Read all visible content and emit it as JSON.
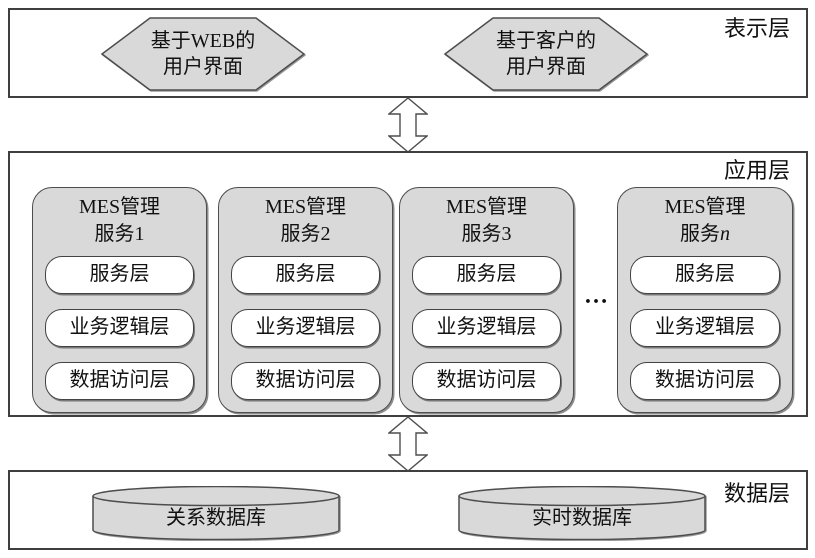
{
  "colors": {
    "shape_fill": "#d9d9d9",
    "box_border": "#3f3f3f",
    "shape_border": "#4d4d4d",
    "pill_fill": "#ffffff",
    "text": "#111111"
  },
  "presentation": {
    "label": "表示层",
    "hexagons": [
      {
        "line1": "基于WEB的",
        "line2": "用户界面"
      },
      {
        "line1": "基于客户的",
        "line2": "用户界面"
      }
    ]
  },
  "application": {
    "label": "应用层",
    "ellipsis": "…",
    "services": [
      {
        "title": "MES管理",
        "name_prefix": "服务",
        "num": "1",
        "tiers": [
          "服务层",
          "业务逻辑层",
          "数据访问层"
        ]
      },
      {
        "title": "MES管理",
        "name_prefix": "服务",
        "num": "2",
        "tiers": [
          "服务层",
          "业务逻辑层",
          "数据访问层"
        ]
      },
      {
        "title": "MES管理",
        "name_prefix": "服务",
        "num": "3",
        "tiers": [
          "服务层",
          "业务逻辑层",
          "数据访问层"
        ]
      },
      {
        "title": "MES管理",
        "name_prefix": "服务",
        "num": "n",
        "tiers": [
          "服务层",
          "业务逻辑层",
          "数据访问层"
        ]
      }
    ]
  },
  "data_layer": {
    "label": "数据层",
    "databases": [
      {
        "name": "关系数据库"
      },
      {
        "name": "实时数据库"
      }
    ]
  }
}
